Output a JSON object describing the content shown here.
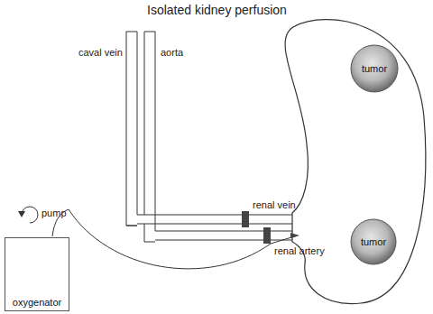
{
  "diagram": {
    "title": "Isolated kidney perfusion",
    "nodes": [
      {
        "text": [
          "tumor"
        ]
      },
      {
        "text": [
          "tumor"
        ]
      },
      {
        "text": [
          "oxygenator"
        ]
      }
    ],
    "labels": [
      "caval vein",
      "aorta",
      "renal vein",
      "renal artery",
      "pump"
    ]
  }
}
